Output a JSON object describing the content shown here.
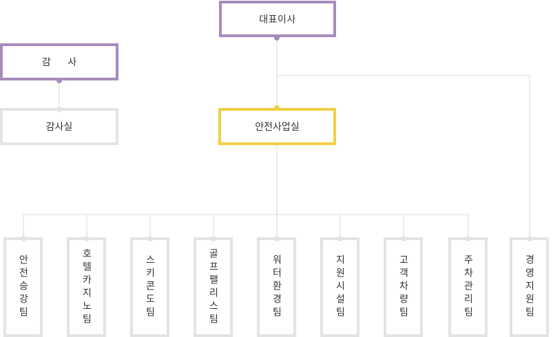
{
  "org": {
    "ceo": "대표이사",
    "auditor": "감 사",
    "audit_office": "감사실",
    "safety_division": "안전사업실",
    "teams": [
      "안전승강팀",
      "호텔카지노팀",
      "스키콘도팀",
      "골프팰리스팀",
      "워터환경팀",
      "지원시설팀",
      "고객차량팀",
      "주차관리팀"
    ],
    "management_support": "경영지원팀"
  },
  "colors": {
    "executive_border": "#a78bbd",
    "division_border": "#f0cf45",
    "unit_border": "#e3e3e3",
    "connector": "#d9d9d9"
  }
}
